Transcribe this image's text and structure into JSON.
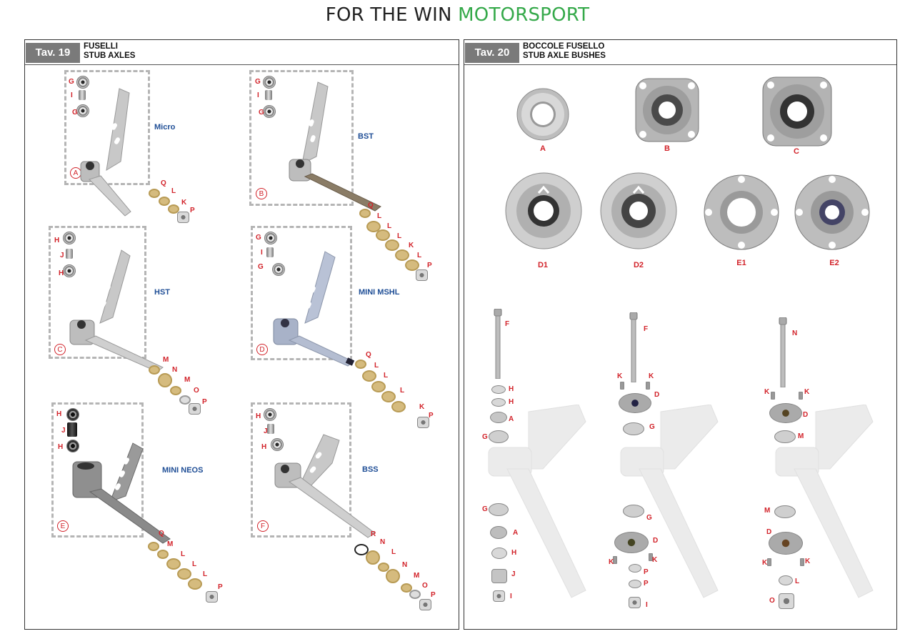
{
  "site_title": {
    "prefix": "FOR THE WIN",
    "accent": "MOTORSPORT",
    "accent_color": "#35a94a"
  },
  "tav19": {
    "number": "Tav. 19",
    "title_it": "FUSELLI",
    "title_en": "STUB AXLES",
    "kits": [
      {
        "id": "A",
        "model": "Micro"
      },
      {
        "id": "B",
        "model": "BST"
      },
      {
        "id": "C",
        "model": "HST"
      },
      {
        "id": "D",
        "model": "MINI MSHL"
      },
      {
        "id": "E",
        "model": "MINI NEOS"
      },
      {
        "id": "F",
        "model": "BSS"
      }
    ],
    "part_labels": {
      "a": [
        "G",
        "I",
        "G",
        "Q",
        "L",
        "K",
        "P"
      ],
      "b": [
        "G",
        "I",
        "G",
        "Q",
        "L",
        "L",
        "L",
        "K",
        "L",
        "P"
      ],
      "c": [
        "H",
        "J",
        "H",
        "M",
        "N",
        "M",
        "O",
        "P"
      ],
      "d": [
        "G",
        "I",
        "G",
        "Q",
        "L",
        "L",
        "L",
        "K",
        "P"
      ],
      "e": [
        "H",
        "J",
        "H",
        "Q",
        "M",
        "L",
        "L",
        "L",
        "P"
      ],
      "f": [
        "H",
        "J",
        "H",
        "R",
        "N",
        "L",
        "N",
        "M",
        "O",
        "P"
      ]
    }
  },
  "tav20": {
    "number": "Tav. 20",
    "title_it": "BOCCOLE FUSELLO",
    "title_en": "STUB AXLE BUSHES",
    "bushes": [
      "A",
      "B",
      "C",
      "D1",
      "D2",
      "E1",
      "E2"
    ],
    "assembly_1": [
      "F",
      "H",
      "H",
      "A",
      "G",
      "G",
      "A",
      "H",
      "J",
      "I"
    ],
    "assembly_2": [
      "F",
      "K",
      "K",
      "D",
      "G",
      "G",
      "D",
      "K",
      "K",
      "P",
      "P",
      "I"
    ],
    "assembly_3": [
      "N",
      "K",
      "K",
      "D",
      "M",
      "M",
      "D",
      "K",
      "K",
      "L",
      "O"
    ]
  },
  "colors": {
    "label_red": "#d2232a",
    "model_blue": "#1f4e96",
    "tav_grey": "#7a7a7a"
  }
}
